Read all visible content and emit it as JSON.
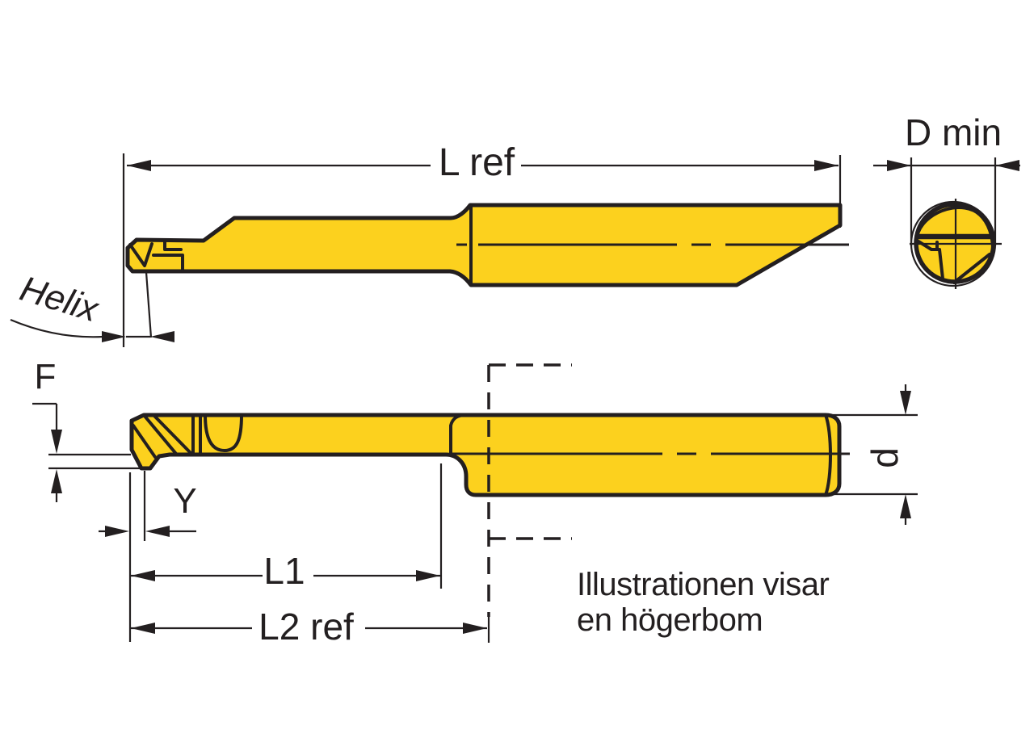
{
  "diagram": {
    "dimension_labels": {
      "l_ref": "L ref",
      "d_min": "D min",
      "helix": "Helix",
      "f": "F",
      "y": "Y",
      "l1": "L1",
      "l2_ref": "L2 ref",
      "d": "d"
    },
    "caption": {
      "line1": "Illustrationen visar",
      "line2": "en högerbom"
    },
    "colors": {
      "tool_fill": "#FCD11E",
      "line": "#231F20",
      "background": "#FFFFFF"
    }
  }
}
